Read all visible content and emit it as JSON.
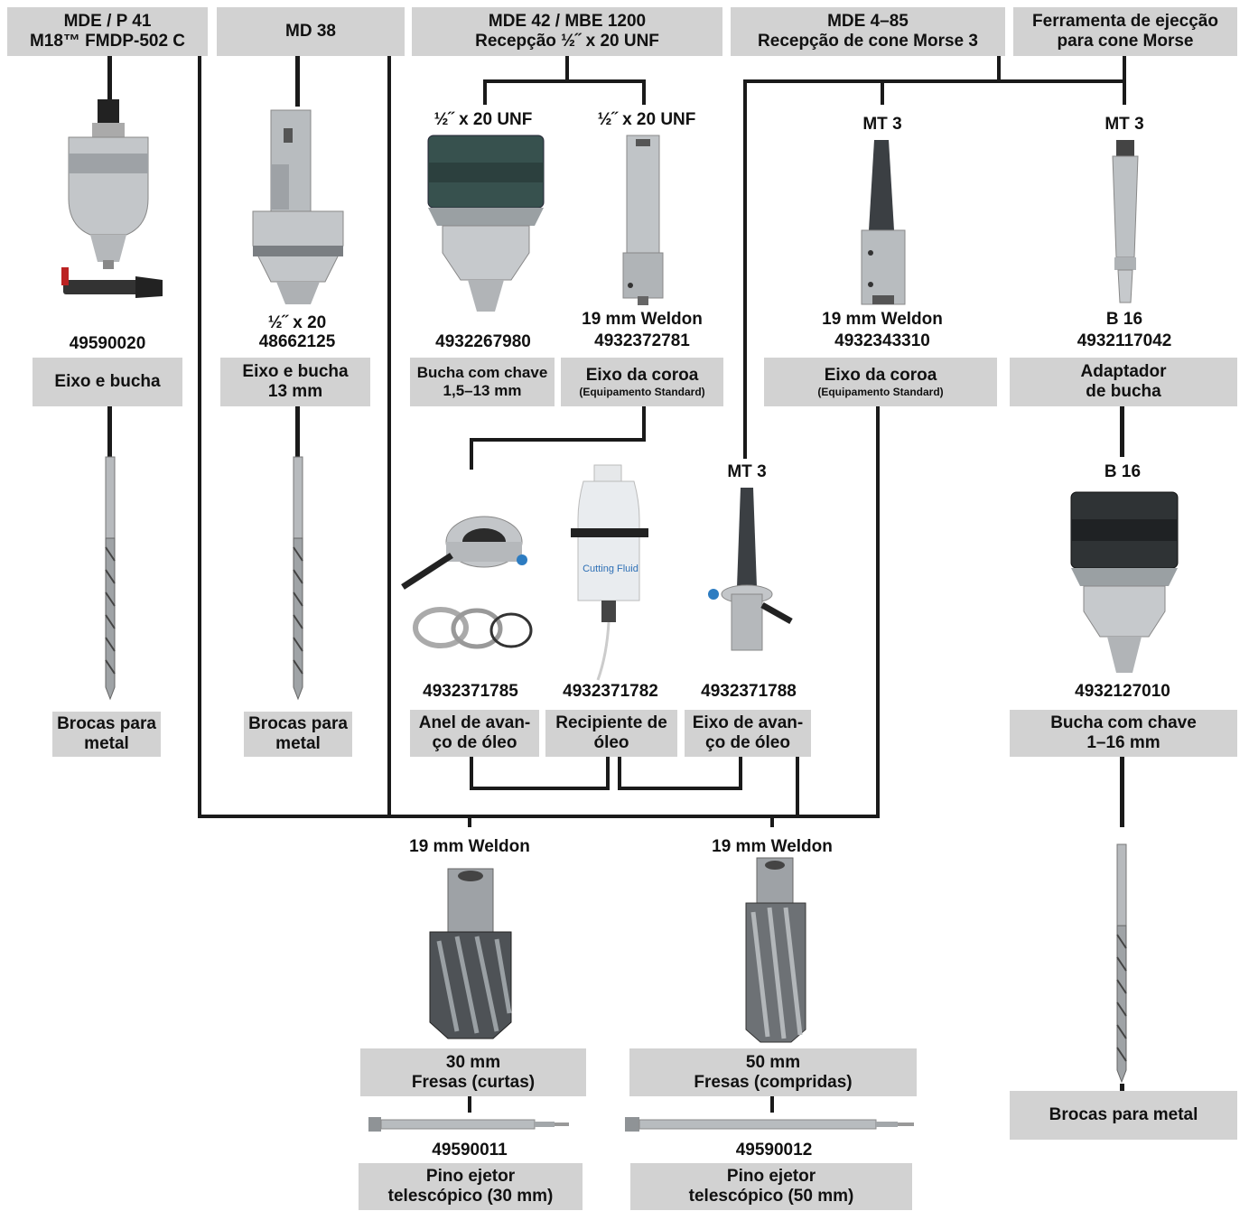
{
  "colors": {
    "box_bg": "#d2d2d2",
    "line": "#1a1a1a",
    "metal": "#b9bcbf",
    "dark_metal": "#4a4d50"
  },
  "headers": [
    {
      "l1": "MDE / P 41",
      "l2": "M18™ FMDP-502 C"
    },
    {
      "l1": "MD 38",
      "l2": ""
    },
    {
      "l1": "MDE 42 / MBE 1200",
      "l2": "Recepção ½˝ x 20 UNF"
    },
    {
      "l1": "MDE 4–85",
      "l2": "Recepção de cone Morse 3"
    },
    {
      "l1": "Ferramenta de ejecção",
      "l2": "para cone Morse"
    }
  ],
  "labels": {
    "unf_a": "½˝ x 20 UNF",
    "unf_b": "½˝ x 20 UNF",
    "mt3_a": "MT 3",
    "mt3_b": "MT 3",
    "mt3_c": "MT 3",
    "b16": "B 16",
    "weldon_left": "19 mm Weldon",
    "weldon_right": "19 mm Weldon"
  },
  "products": [
    {
      "code_l1": "",
      "code_l2": "49590020",
      "name_l1": "Eixo e bucha",
      "name_l2": ""
    },
    {
      "code_l1": "½˝ x 20",
      "code_l2": "48662125",
      "name_l1": "Eixo e bucha",
      "name_l2": "13 mm"
    },
    {
      "code_l1": "",
      "code_l2": "4932267980",
      "name_l1": "Bucha com chave",
      "name_l2": "1,5–13 mm"
    },
    {
      "code_l1": "19 mm Weldon",
      "code_l2": "4932372781",
      "name_l1": "Eixo da coroa",
      "name_l2": "(Equipamento Standard)"
    },
    {
      "code_l1": "19 mm Weldon",
      "code_l2": "4932343310",
      "name_l1": "Eixo da coroa",
      "name_l2": "(Equipamento Standard)"
    },
    {
      "code_l1": "B 16",
      "code_l2": "4932117042",
      "name_l1": "Adaptador",
      "name_l2": "de bucha"
    }
  ],
  "drills": [
    {
      "l1": "Brocas para",
      "l2": "metal"
    },
    {
      "l1": "Brocas para",
      "l2": "metal"
    },
    {
      "l1": "Brocas para metal",
      "l2": ""
    }
  ],
  "oil": [
    {
      "code": "4932371785",
      "l1": "Anel de avan-",
      "l2": "ço de óleo"
    },
    {
      "code": "4932371782",
      "l1": "Recipiente de",
      "l2": "óleo"
    },
    {
      "code": "4932371788",
      "l1": "Eixo de avan-",
      "l2": "ço de óleo"
    }
  ],
  "chuck16": {
    "code": "4932127010",
    "l1": "Bucha com chave",
    "l2": "1–16 mm"
  },
  "cutters": [
    {
      "l1": "30 mm",
      "l2": "Fresas (curtas)",
      "pin_code": "49590011",
      "pin_l1": "Pino ejetor",
      "pin_l2": "telescópico (30 mm)"
    },
    {
      "l1": "50 mm",
      "l2": "Fresas (compridas)",
      "pin_code": "49590012",
      "pin_l1": "Pino ejetor",
      "pin_l2": "telescópico (50 mm)"
    }
  ],
  "bottle_text": "Cutting Fluid",
  "icons": [
    "drill-chuck-icon",
    "arbor-icon",
    "twist-drill-icon",
    "morse-taper-icon",
    "oil-ring-icon",
    "oil-bottle-icon",
    "annular-cutter-icon",
    "ejector-pin-icon"
  ]
}
